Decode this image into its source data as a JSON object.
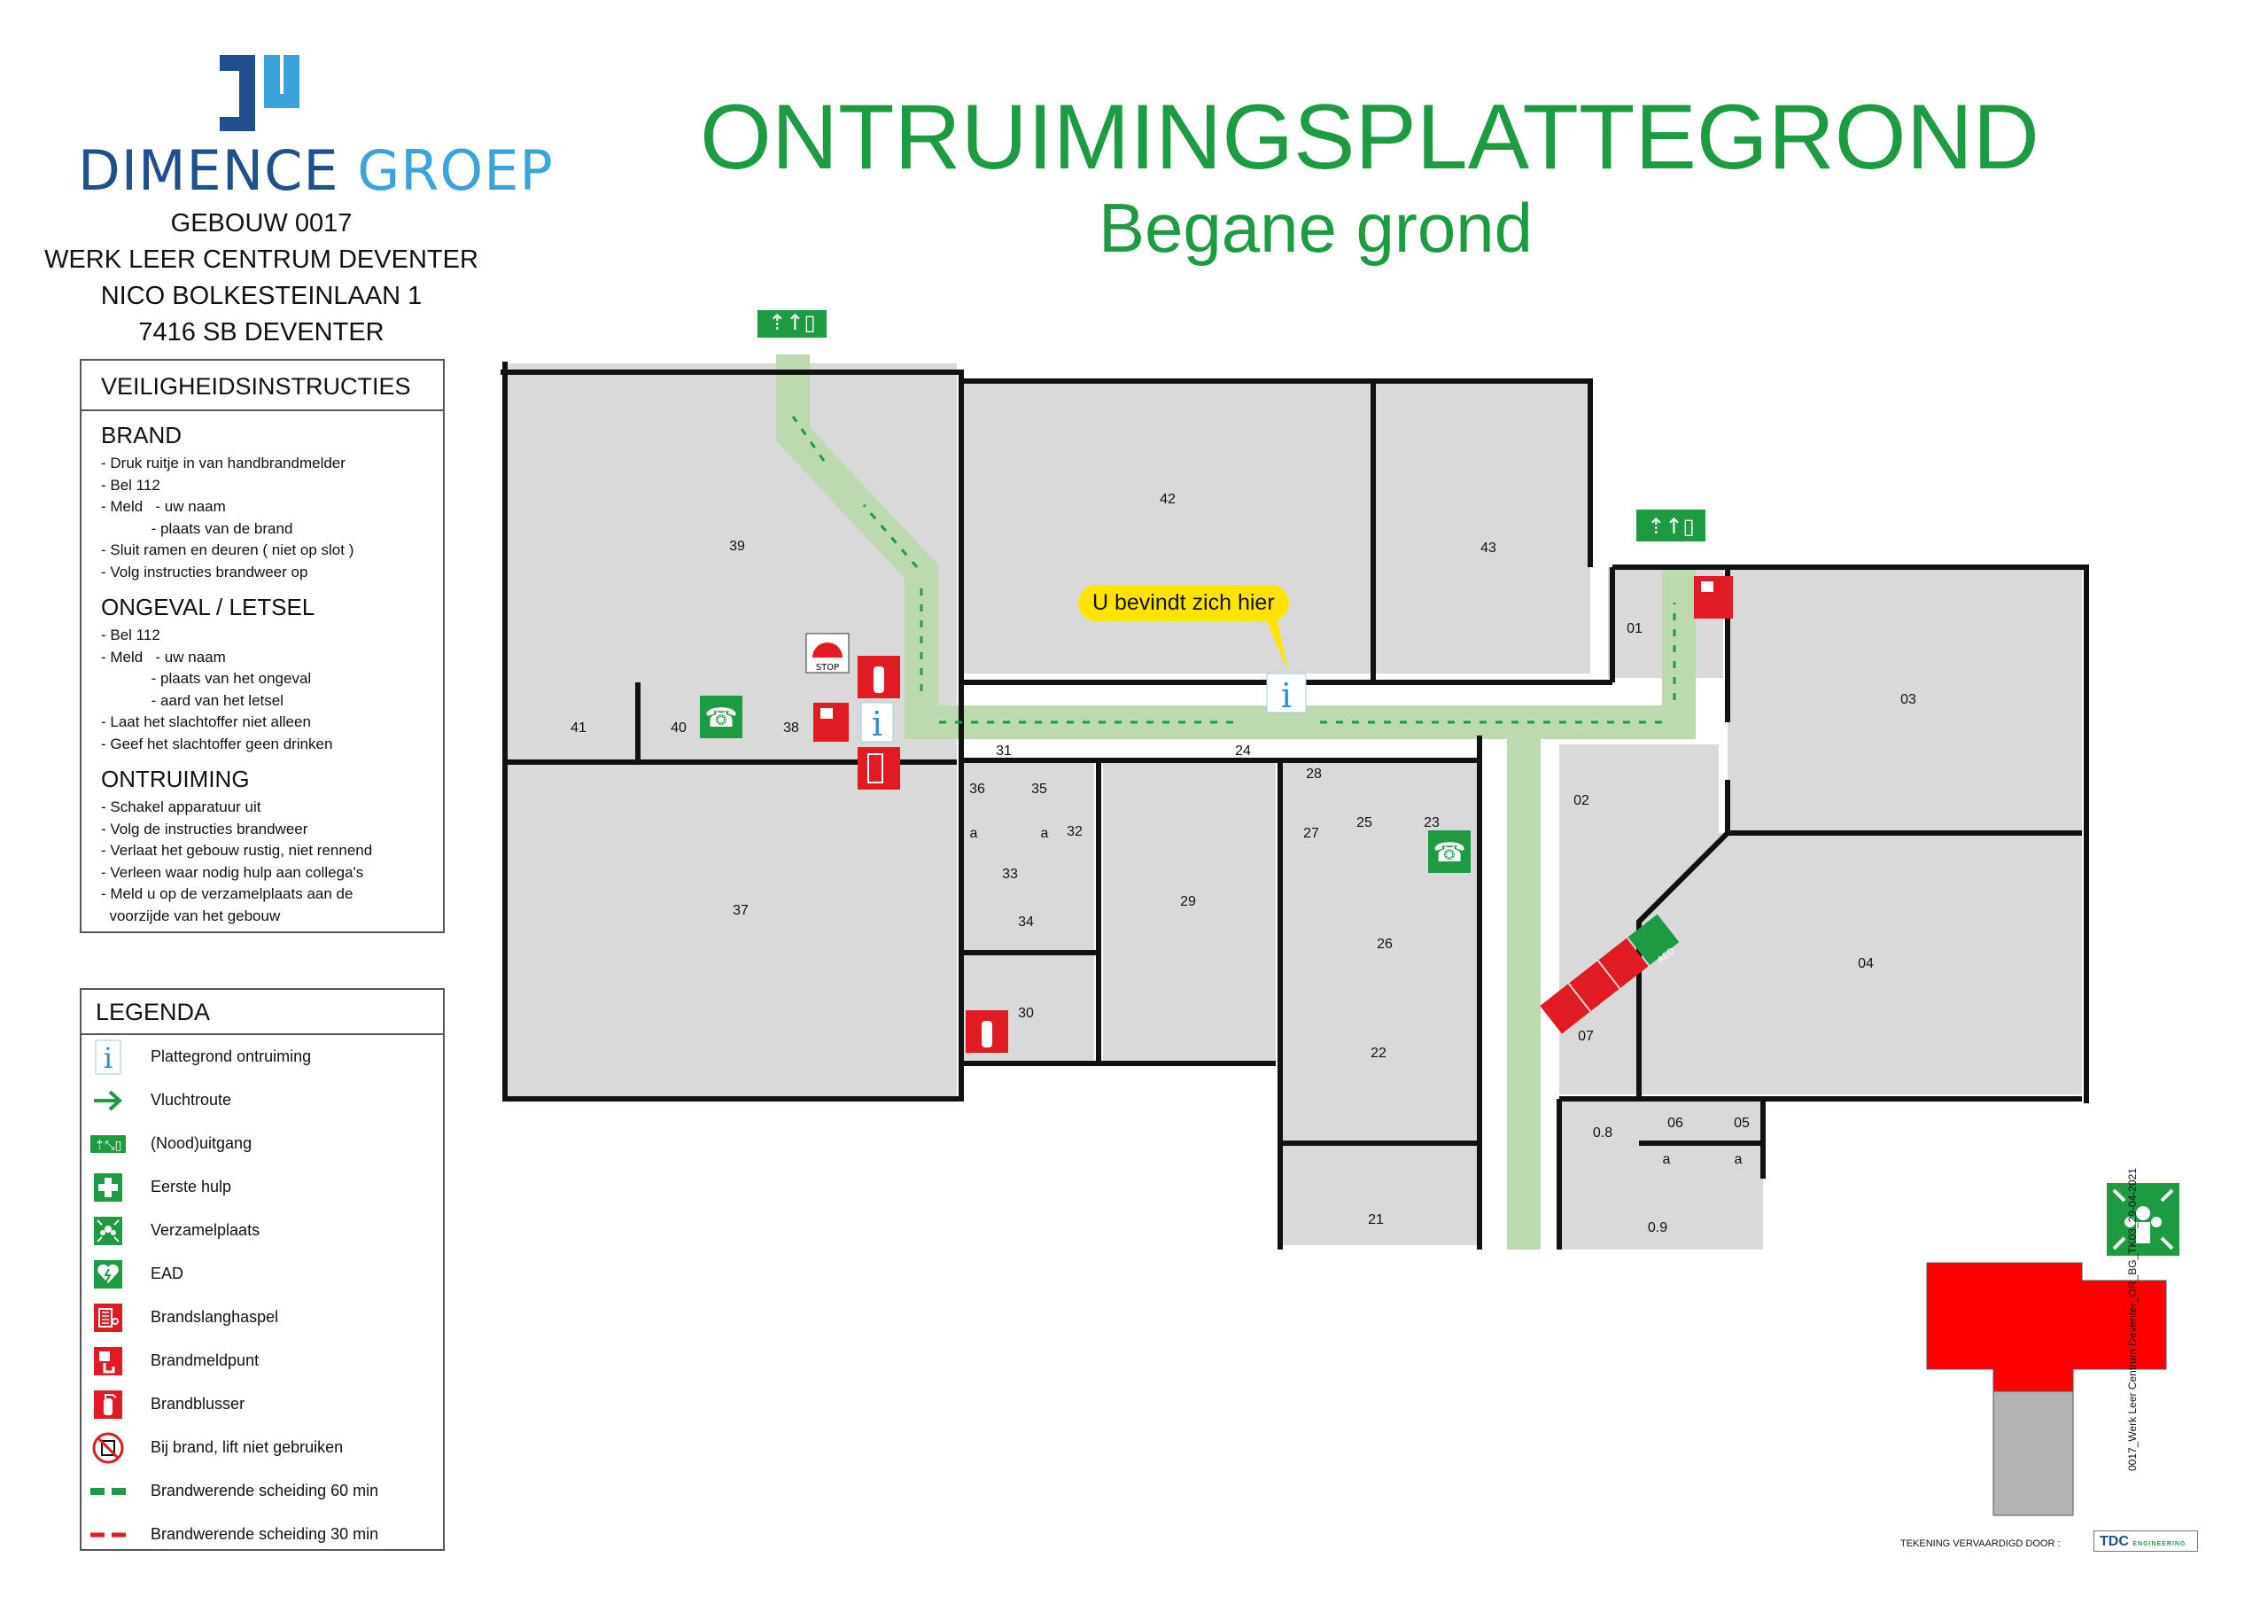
{
  "logo": {
    "part1": "DIMENCE",
    "part2": "GROEP"
  },
  "address": [
    "GEBOUW 0017",
    "WERK LEER CENTRUM DEVENTER",
    "NICO BOLKESTEINLAAN 1",
    "7416 SB DEVENTER"
  ],
  "title": "ONTRUIMINGSPLATTEGROND",
  "subtitle": "Begane grond",
  "safety": {
    "header": "VEILIGHEIDSINSTRUCTIES",
    "sections": [
      {
        "title": "BRAND",
        "lines": [
          "- Druk ruitje in van handbrandmelder",
          "- Bel 112",
          "- Meld   - uw naam",
          "            - plaats van de brand",
          "- Sluit ramen en deuren ( niet op slot )",
          "- Volg instructies brandweer op"
        ]
      },
      {
        "title": "ONGEVAL / LETSEL",
        "lines": [
          "- Bel 112",
          "- Meld   - uw naam",
          "            - plaats van het ongeval",
          "            - aard van het letsel",
          "- Laat het slachtoffer niet alleen",
          "- Geef het slachtoffer geen drinken"
        ]
      },
      {
        "title": "ONTRUIMING",
        "lines": [
          "- Schakel apparatuur uit",
          "- Volg de instructies brandweer",
          "- Verlaat het gebouw rustig, niet rennend",
          "- Verleen waar nodig hulp aan collega's",
          "- Meld u op de verzamelplaats aan de",
          "  voorzijde van het gebouw"
        ]
      }
    ]
  },
  "legend": {
    "header": "LEGENDA",
    "items": [
      {
        "label": "Plattegrond ontruiming",
        "icon": "info-icon"
      },
      {
        "label": "Vluchtroute",
        "icon": "arrow-right-icon"
      },
      {
        "label": "(Nood)uitgang",
        "icon": "emergency-exit-icon"
      },
      {
        "label": "Eerste hulp",
        "icon": "first-aid-icon"
      },
      {
        "label": "Verzamelplaats",
        "icon": "assembly-point-icon"
      },
      {
        "label": "EAD",
        "icon": "aed-icon"
      },
      {
        "label": "Brandslanghaspel",
        "icon": "fire-hose-reel-icon"
      },
      {
        "label": "Brandmeldpunt",
        "icon": "fire-alarm-call-point-icon"
      },
      {
        "label": "Brandblusser",
        "icon": "fire-extinguisher-icon"
      },
      {
        "label": "Bij brand, lift niet gebruiken",
        "icon": "no-lift-icon"
      },
      {
        "label": "Brandwerende scheiding 60 min",
        "icon": "green-dashed-line-icon"
      },
      {
        "label": "Brandwerende scheiding 30 min",
        "icon": "red-dashed-line-icon"
      }
    ]
  },
  "plan": {
    "you_are_here": "U bevindt zich hier",
    "rooms": [
      "39",
      "42",
      "43",
      "41",
      "40",
      "38",
      "37",
      "31",
      "36",
      "35",
      "32",
      "33",
      "34",
      "30",
      "24",
      "28",
      "27",
      "25",
      "23",
      "29",
      "26",
      "22",
      "21",
      "01",
      "02",
      "03",
      "04",
      "07",
      "0.8",
      "06",
      "05",
      "0.9"
    ],
    "letters": [
      "a",
      "a",
      "a",
      "a"
    ],
    "stop_label": "STOP",
    "aed_label": "AED"
  },
  "colors": {
    "green": "#1e9a42",
    "red": "#e01b24",
    "route": "#bcd9b0",
    "floor": "#d9d9d9",
    "wall": "#111111"
  },
  "footer": {
    "credit": "TEKENING VERVAARDIGD DOOR :",
    "company": "TDC",
    "company_sub": "ENGINEERING",
    "code": "0017_Werk Leer Centrum Deventer_OR_BG_TK03_29-04-2021"
  }
}
